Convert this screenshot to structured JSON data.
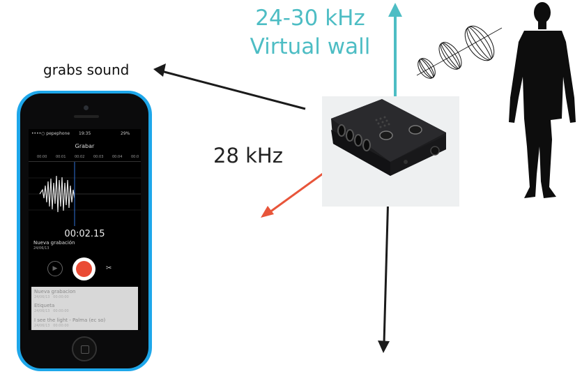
{
  "labels": {
    "virtual_wall_freq": "24-30 kHz",
    "virtual_wall": "Virtual wall",
    "grabs_sound": "grabs sound",
    "freq_28": "28 kHz"
  },
  "colors": {
    "virtual_wall": "#4dbdc4",
    "beam_28khz": "#e8553a",
    "arrow": "#1b1b1b",
    "phone_case": "#1ea7ea",
    "record_button": "#ea4b35"
  },
  "phone_screen": {
    "carrier": "••••○ pepephone",
    "time": "19:35",
    "battery": "29%",
    "title": "Grabar",
    "timeline_ticks": [
      "00:00",
      "00:01",
      "00:02",
      "00:03",
      "00:04",
      "00:0"
    ],
    "elapsed": "00:02.15",
    "recording_name": "Nueva grabación",
    "recording_date": "24/06/13",
    "recordings": [
      {
        "title": "Nueva grabacion",
        "date": "24/06/13",
        "duration": "00:00:00"
      },
      {
        "title": "Etiqueta",
        "date": "24/06/13",
        "duration": "00:00:00"
      },
      {
        "title": "I see the light - Palma (ec so)",
        "date": "24/06/13",
        "duration": "00:00:00"
      }
    ]
  },
  "icons": {
    "play": "play-icon",
    "record": "record-icon",
    "trim": "scissors-icon",
    "home": "home-button",
    "person": "person-silhouette",
    "sound_wave": "sound-wave-icon"
  }
}
